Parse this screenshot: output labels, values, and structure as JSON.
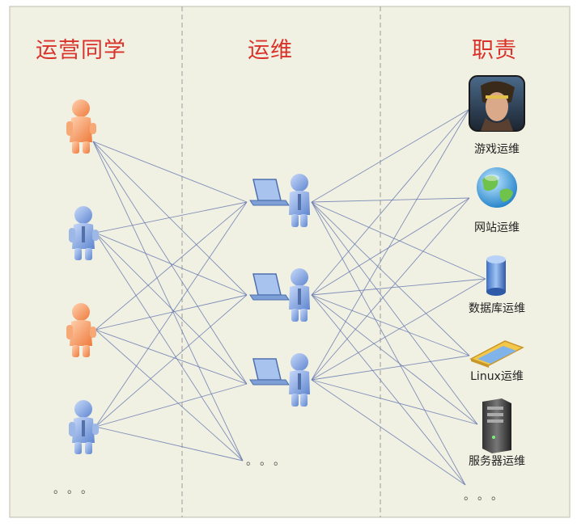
{
  "columns": {
    "ops_staff_title": "运营同学",
    "devops_title": "运维",
    "duties_title": "职责"
  },
  "duties": [
    {
      "label": "游戏运维",
      "icon": "game-avatar-icon"
    },
    {
      "label": "网站运维",
      "icon": "globe-icon"
    },
    {
      "label": "数据库运维",
      "icon": "database-icon"
    },
    {
      "label": "Linux运维",
      "icon": "linux-panel-icon"
    },
    {
      "label": "服务器运维",
      "icon": "server-icon"
    }
  ],
  "ellipsis": "。。。",
  "colors": {
    "background": "#f1f1e3",
    "title_red": "#d9322b",
    "line_blue": "#6b7cb0",
    "person_orange": "#f39a5c",
    "person_blue": "#7fa2dc"
  }
}
